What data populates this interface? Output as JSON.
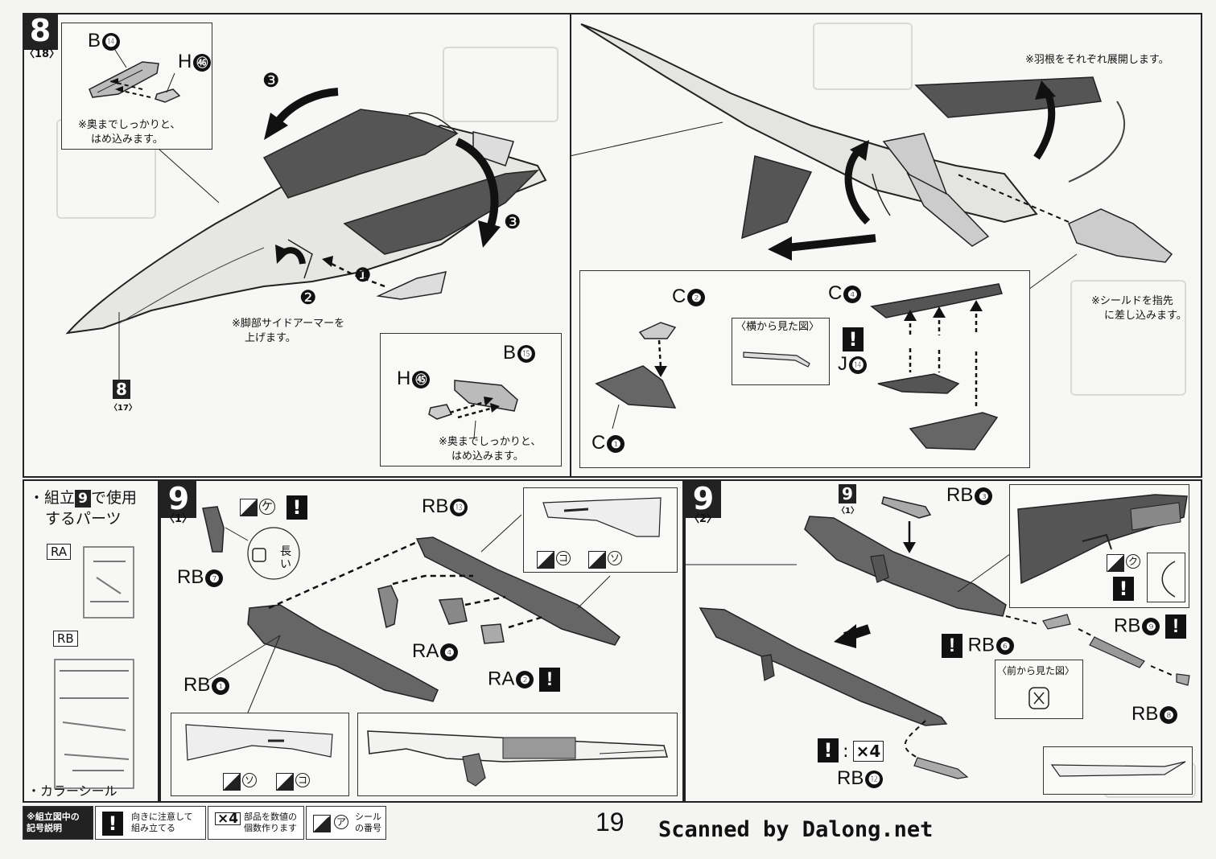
{
  "step8": {
    "number": "8",
    "sub": "〈18〉",
    "callout_b14": "B",
    "callout_b14_num": "⓮",
    "callout_h46": "H",
    "callout_h46_num": "㊻",
    "note_fit_1a": "※奥までしっかりと、",
    "note_fit_1b": "はめ込みます。",
    "note_armor_a": "※脚部サイドアーマーを",
    "note_armor_b": "上げます。",
    "arrow_3a": "❸",
    "arrow_3b": "❸",
    "arrow_2": "❷",
    "arrow_1": "❶",
    "ref_step": "8",
    "ref_sub": "〈17〉",
    "inset_b15": "B",
    "inset_b15_num": "⓯",
    "inset_h45": "H",
    "inset_h45_num": "㊺",
    "note_fit_2a": "※奥までしっかりと、",
    "note_fit_2b": "はめ込みます。",
    "note_wings": "※羽根をそれぞれ展開します。",
    "note_shield_a": "※シールドを指先",
    "note_shield_b": "に差し込みます。",
    "c2": "C",
    "c2_num": "❷",
    "c4": "C",
    "c4_num": "❹",
    "c1": "C",
    "c1_num": "❶",
    "j14": "J",
    "j14_num": "⓮",
    "side_view": "〈横から見た図〉"
  },
  "parts_list": {
    "title_a": "・組立",
    "title_step": "9",
    "title_b": "で使用",
    "title_c": "するパーツ",
    "ra": "RA",
    "rb": "RB",
    "color_sticker": "・カラーシール"
  },
  "step9_1": {
    "number": "9",
    "sub": "〈1〉",
    "sticker_ke": "ケ",
    "long_label": "長い",
    "rb7": "RB",
    "rb7_num": "❼",
    "rb13": "RB",
    "rb13_num": "⓭",
    "ra4": "RA",
    "ra4_num": "❹",
    "ra2": "RA",
    "ra2_num": "❷",
    "rb1": "RB",
    "rb1_num": "❶",
    "sticker_ko": "コ",
    "sticker_so": "ソ"
  },
  "step9_2": {
    "number": "9",
    "sub": "〈2〉",
    "ref_step": "9",
    "ref_sub": "〈1〉",
    "rb3": "RB",
    "rb3_num": "❸",
    "sticker_ku": "ク",
    "rb9": "RB",
    "rb9_num": "❾",
    "rb6": "RB",
    "rb6_num": "❻",
    "front_view": "〈前から見た図〉",
    "rb8": "RB",
    "rb8_num": "❽",
    "times4": "×4",
    "rb12": "RB",
    "rb12_num": "⓬"
  },
  "legend": {
    "title_a": "※組立図中の",
    "title_b": "記号説明",
    "caution_a": "向きに注意して",
    "caution_b": "組み立てる",
    "count_icon": "×4",
    "count_a": "部品を数値の",
    "count_b": "個数作ります",
    "sticker_icon": "ア",
    "sticker_a": "シール",
    "sticker_b": "の番号"
  },
  "footer": {
    "page_number": "19",
    "scan_credit": "Scanned by Dalong.net"
  }
}
